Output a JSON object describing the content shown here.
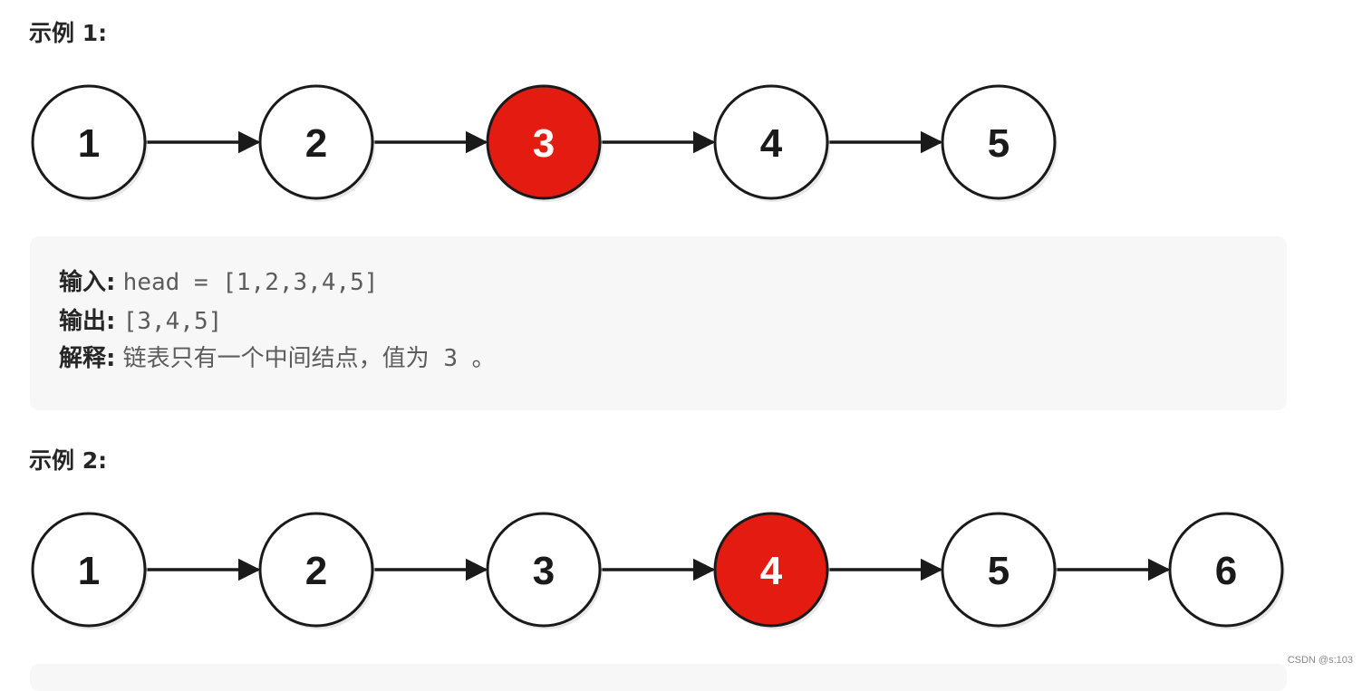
{
  "example1": {
    "heading": "示例 1:",
    "nodes": [
      {
        "label": "1",
        "highlight": false
      },
      {
        "label": "2",
        "highlight": false
      },
      {
        "label": "3",
        "highlight": true
      },
      {
        "label": "4",
        "highlight": false
      },
      {
        "label": "5",
        "highlight": false
      }
    ],
    "input_label": "输入:",
    "input_value": "head = [1,2,3,4,5]",
    "output_label": "输出:",
    "output_value": "[3,4,5]",
    "explain_label": "解释:",
    "explain_text": "链表只有一个中间结点，值为",
    "explain_value": " 3 ",
    "explain_tail": "。"
  },
  "example2": {
    "heading": "示例 2:",
    "nodes": [
      {
        "label": "1",
        "highlight": false
      },
      {
        "label": "2",
        "highlight": false
      },
      {
        "label": "3",
        "highlight": false
      },
      {
        "label": "4",
        "highlight": true
      },
      {
        "label": "5",
        "highlight": false
      },
      {
        "label": "6",
        "highlight": false
      }
    ]
  },
  "colors": {
    "highlight_fill": "#e31b10",
    "node_fill": "#ffffff",
    "stroke": "#1a1a1a"
  },
  "watermark": "CSDN @s:103"
}
